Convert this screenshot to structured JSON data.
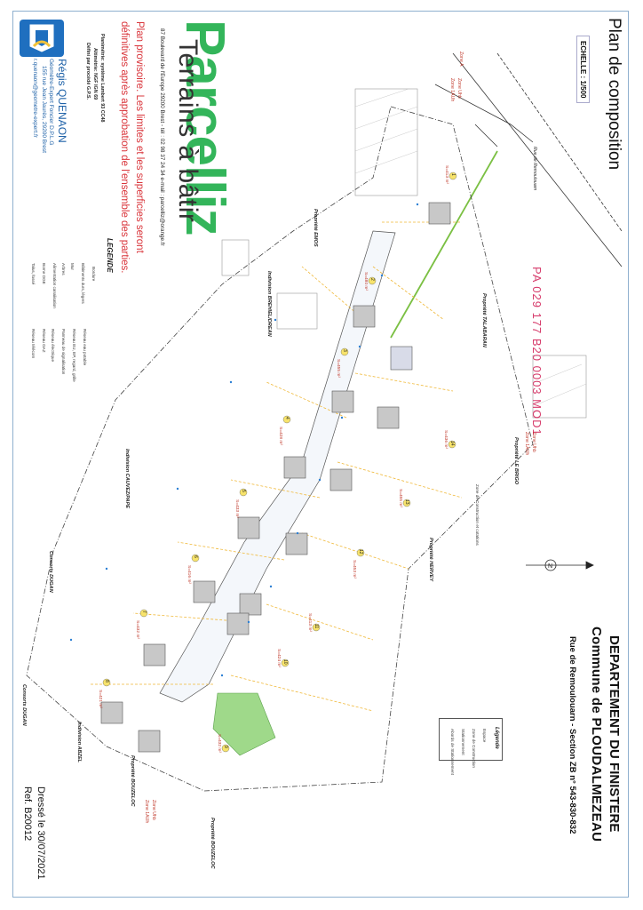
{
  "header": {
    "title": "Plan de composition",
    "scale": "ECHELLE : 1/500",
    "handwritten_ref": "PA 029 177 B20 0003 MOD1"
  },
  "location": {
    "department": "DEPARTEMENT DU FINISTERE",
    "commune": "Commune de PLOUDALMEZEAU",
    "section": "Rue de Remoulouarn - Section ZB n° 543-830-832"
  },
  "footer": {
    "dresse": "Dressé le 30/07/2021",
    "ref": "Ref. B20012"
  },
  "brand": {
    "name": "Parcelliz",
    "tagline": "Terrains à bâtir",
    "address": "87 Boulevard de l'Europe 29200 Brest - tél : 02 98 37 24 34 e-mail : parcelliz@orange.fr"
  },
  "notice": {
    "line1": "Plan provisoire. Les limites et les superficies seront",
    "line2": "définitives après approbation de l'ensemble des parties."
  },
  "geometry": {
    "line1": "Planimétrie: système Lambert 93 CC48",
    "line2": "Altimétrie: NGF IGN 69",
    "line3": "Défini par procédé G.P.S."
  },
  "cabinet": {
    "name": "Régis QUENAON",
    "role": "Géomètre-Expert Foncier D.P.L.G",
    "address": "155 rue Jean Jaurès, 29200 Brest",
    "email": "r.quenaon@geometre-expert.fr"
  },
  "legend_main": {
    "title": "LEGENDE",
    "items": [
      "Bordure",
      "Bâtiments durs, légers",
      "Mur",
      "Arbres",
      "Alimentation canalisation",
      "Borne OGE",
      "Talus, fossé",
      "Réseau eau potable",
      "Réseau EU, EP, regard, grille",
      "Panneau de signalisation",
      "Réseau électrique",
      "Réseau GAZ",
      "Réseau télécom"
    ]
  },
  "legend_small": {
    "title": "Légende",
    "items": [
      "Espace",
      "Zone de Construction",
      "Stationnement",
      "Abords de Stationnement"
    ]
  },
  "plan": {
    "road": "Rue de Remoulouarn",
    "owners": [
      "Propriété EMOS",
      "Indivision BREHIEL/DREAN",
      "Indivision CAUVEZ/PAPE",
      "Consorts DUGAN",
      "Consorts DUGAN",
      "Indivision ABZEL",
      "Propriété BOUZELOC",
      "Propriété BOUZELOC",
      "Propriété TALABARAN",
      "Propriété LE BRIGO",
      "Propriété HERVEY"
    ],
    "zones": [
      "Zone A",
      "Zone Uhb",
      "Zone 1AUh",
      "Zone Uhb",
      "Zone 1AUh",
      "Zone Uhb",
      "Zone 1AUh"
    ],
    "zone_construction": "Zone de Construction et cotations",
    "lots": [
      {
        "n": "1",
        "area": "S=413 m²"
      },
      {
        "n": "2",
        "area": "S=480 m²"
      },
      {
        "n": "3",
        "area": "S=455 m²"
      },
      {
        "n": "4",
        "area": "S=428 m²"
      },
      {
        "n": "5",
        "area": "S=433 m²"
      },
      {
        "n": "6",
        "area": "S=416 m²"
      },
      {
        "n": "7",
        "area": "S=432 m²"
      },
      {
        "n": "8",
        "area": "S=421 m²"
      },
      {
        "n": "9",
        "area": "S=432 m²"
      },
      {
        "n": "10",
        "area": "S=424 m²"
      },
      {
        "n": "11",
        "area": "S=413 m²"
      },
      {
        "n": "12",
        "area": "S=453 m²"
      },
      {
        "n": "13",
        "area": "S=455 m²"
      },
      {
        "n": "14",
        "area": "S=436 m²"
      }
    ]
  },
  "colors": {
    "brand_green": "#33b55a",
    "notice_red": "#d9343a",
    "cabinet_blue": "#1f62a8",
    "lot_border": "#f0b93a",
    "green_space": "#9fd98a"
  }
}
